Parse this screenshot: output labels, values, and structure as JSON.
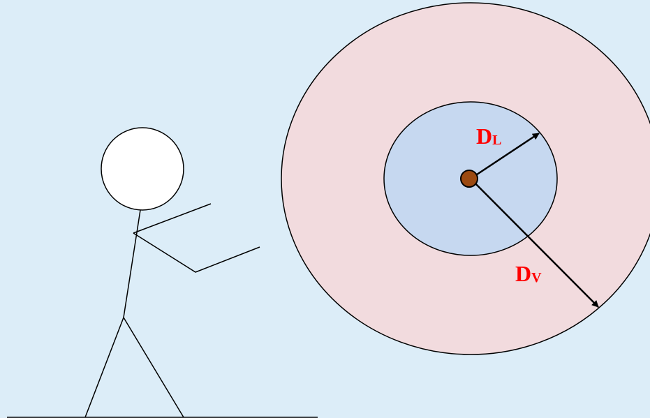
{
  "colors": {
    "background": "#dcedf8",
    "outer_zone_fill": "#f2dbde",
    "inner_zone_fill": "#c6d8f0",
    "center_dot_fill": "#9b4a12",
    "label_color": "#ff0000",
    "stroke": "#000000",
    "head_fill": "#ffffff"
  },
  "labels": {
    "dl": {
      "main": "D",
      "sub": "L"
    },
    "dv": {
      "main": "D",
      "sub": "V"
    }
  }
}
